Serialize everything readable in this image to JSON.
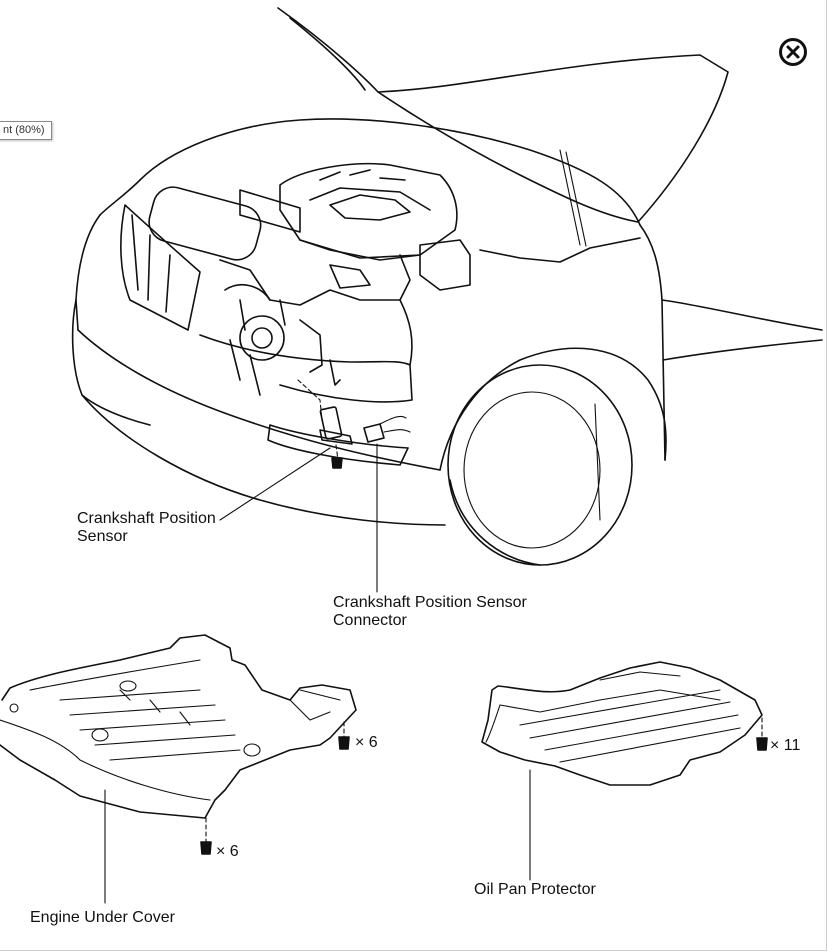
{
  "tooltip": {
    "text": "nt (80%)"
  },
  "close": {
    "icon": "close-circle-icon"
  },
  "labels": {
    "ckp_sensor_line1": "Crankshaft Position",
    "ckp_sensor_line2": "Sensor",
    "ckp_connector_line1": "Crankshaft Position Sensor",
    "ckp_connector_line2": "Connector",
    "engine_under_cover": "Engine Under Cover",
    "oil_pan_protector": "Oil Pan Protector"
  },
  "fasteners": {
    "under_cover_side": "× 6",
    "under_cover_front": "× 6",
    "oil_pan": "× 11"
  }
}
